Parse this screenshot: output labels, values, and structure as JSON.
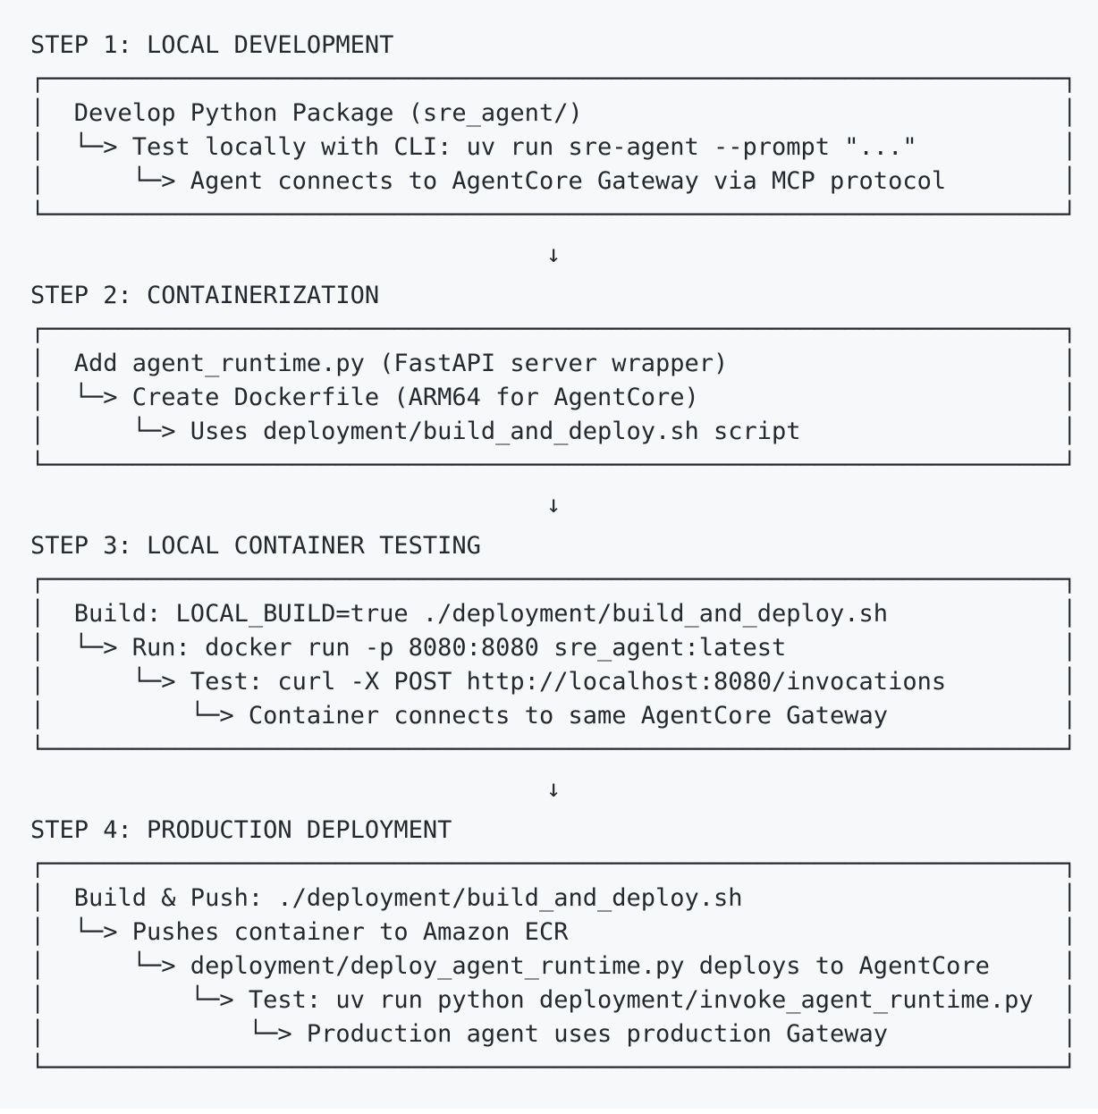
{
  "page": {
    "background": "#f6f8fa",
    "text_color": "#24292f",
    "flow_arrow": "↓"
  },
  "box": {
    "inner_width": 70,
    "corner_top_left": "┌",
    "corner_top_right": "┐",
    "corner_bottom_left": "└",
    "corner_bottom_right": "┘",
    "horizontal_char": "─",
    "vertical_char": "│"
  },
  "steps": [
    {
      "title": "STEP 1: LOCAL DEVELOPMENT",
      "lines": [
        "Develop Python Package (sre_agent/)",
        "└─> Test locally with CLI: uv run sre-agent --prompt \"...\"",
        "    └─> Agent connects to AgentCore Gateway via MCP protocol"
      ]
    },
    {
      "title": "STEP 2: CONTAINERIZATION",
      "lines": [
        "Add agent_runtime.py (FastAPI server wrapper)",
        "└─> Create Dockerfile (ARM64 for AgentCore)",
        "    └─> Uses deployment/build_and_deploy.sh script"
      ]
    },
    {
      "title": "STEP 3: LOCAL CONTAINER TESTING",
      "lines": [
        "Build: LOCAL_BUILD=true ./deployment/build_and_deploy.sh",
        "└─> Run: docker run -p 8080:8080 sre_agent:latest",
        "    └─> Test: curl -X POST http://localhost:8080/invocations",
        "        └─> Container connects to same AgentCore Gateway"
      ]
    },
    {
      "title": "STEP 4: PRODUCTION DEPLOYMENT",
      "lines": [
        "Build & Push: ./deployment/build_and_deploy.sh",
        "└─> Pushes container to Amazon ECR",
        "    └─> deployment/deploy_agent_runtime.py deploys to AgentCore",
        "        └─> Test: uv run python deployment/invoke_agent_runtime.py",
        "            └─> Production agent uses production Gateway"
      ]
    }
  ]
}
